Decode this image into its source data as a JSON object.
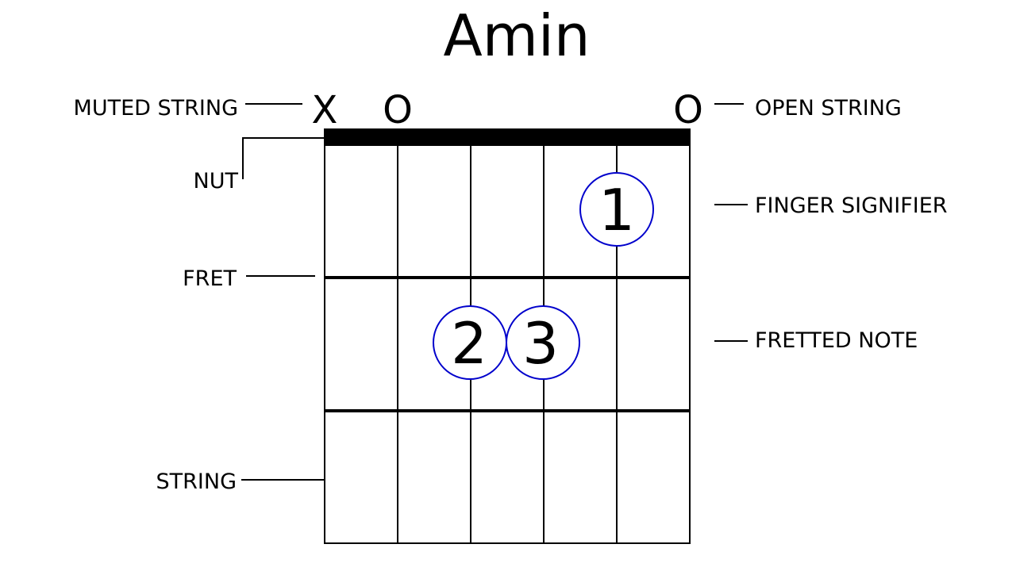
{
  "title": "Amin",
  "string_markers": [
    {
      "string": 1,
      "symbol": "X",
      "meaning": "muted"
    },
    {
      "string": 2,
      "symbol": "O",
      "meaning": "open"
    },
    {
      "string": 6,
      "symbol": "O",
      "meaning": "open"
    }
  ],
  "fingers": [
    {
      "label": "1",
      "string": 5,
      "fret": 1
    },
    {
      "label": "2",
      "string": 3,
      "fret": 2
    },
    {
      "label": "3",
      "string": 4,
      "fret": 2
    }
  ],
  "labels": {
    "muted_string": "MUTED STRING",
    "nut": "NUT",
    "fret": "FRET",
    "string": "STRING",
    "open_string": "OPEN STRING",
    "finger_signifier": "FINGER SIGNIFIER",
    "fretted_note": "FRETTED NOTE"
  },
  "colors": {
    "finger_circle": "#0000cc",
    "ink": "#000000"
  }
}
